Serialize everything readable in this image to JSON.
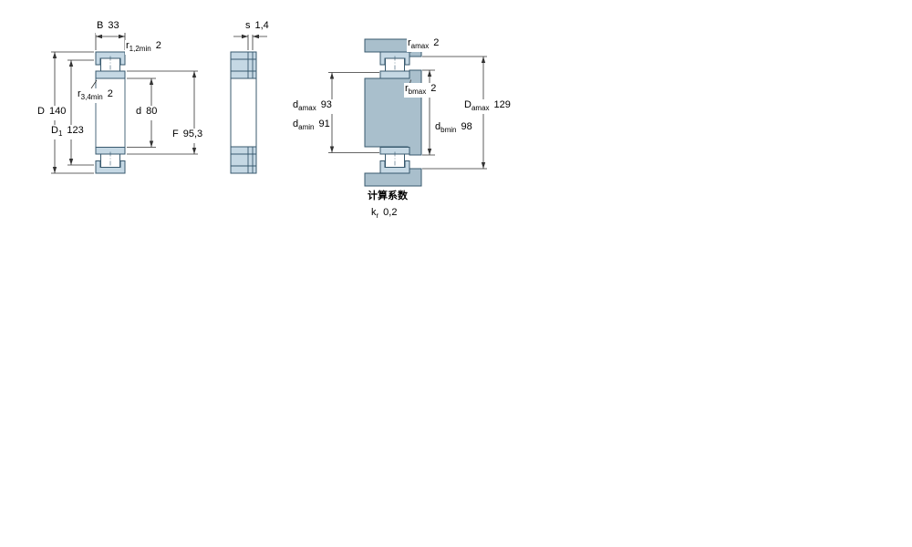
{
  "colors": {
    "bearing_fill": "#c5d8e4",
    "mount_fill": "#a9bfcc",
    "outline_color": "#38596e",
    "dim_color": "#333333"
  },
  "views": {
    "left": {
      "B": {
        "sym": "B",
        "sub": "",
        "val": "33"
      },
      "r12": {
        "sym": "r",
        "sub": "1,2min",
        "val": "2"
      },
      "r34": {
        "sym": "r",
        "sub": "3,4min",
        "val": "2"
      },
      "d": {
        "sym": "d",
        "sub": "",
        "val": "80"
      },
      "D": {
        "sym": "D",
        "sub": "",
        "val": "140"
      },
      "D1": {
        "sym": "D",
        "sub": "1",
        "val": "123"
      },
      "F": {
        "sym": "F",
        "sub": "",
        "val": "95,3"
      }
    },
    "middle": {
      "s": {
        "sym": "s",
        "sub": "",
        "val": "1,4"
      }
    },
    "right": {
      "ra": {
        "sym": "r",
        "sub": "amax",
        "val": "2"
      },
      "rb": {
        "sym": "r",
        "sub": "bmax",
        "val": "2"
      },
      "damax": {
        "sym": "d",
        "sub": "amax",
        "val": "93"
      },
      "damin": {
        "sym": "d",
        "sub": "amin",
        "val": "91"
      },
      "dbmin": {
        "sym": "d",
        "sub": "bmin",
        "val": "98"
      },
      "Damax": {
        "sym": "D",
        "sub": "amax",
        "val": "129"
      }
    },
    "factors": {
      "heading": "计算系数",
      "kr": {
        "sym": "k",
        "sub": "r",
        "val": "0,2"
      }
    }
  }
}
